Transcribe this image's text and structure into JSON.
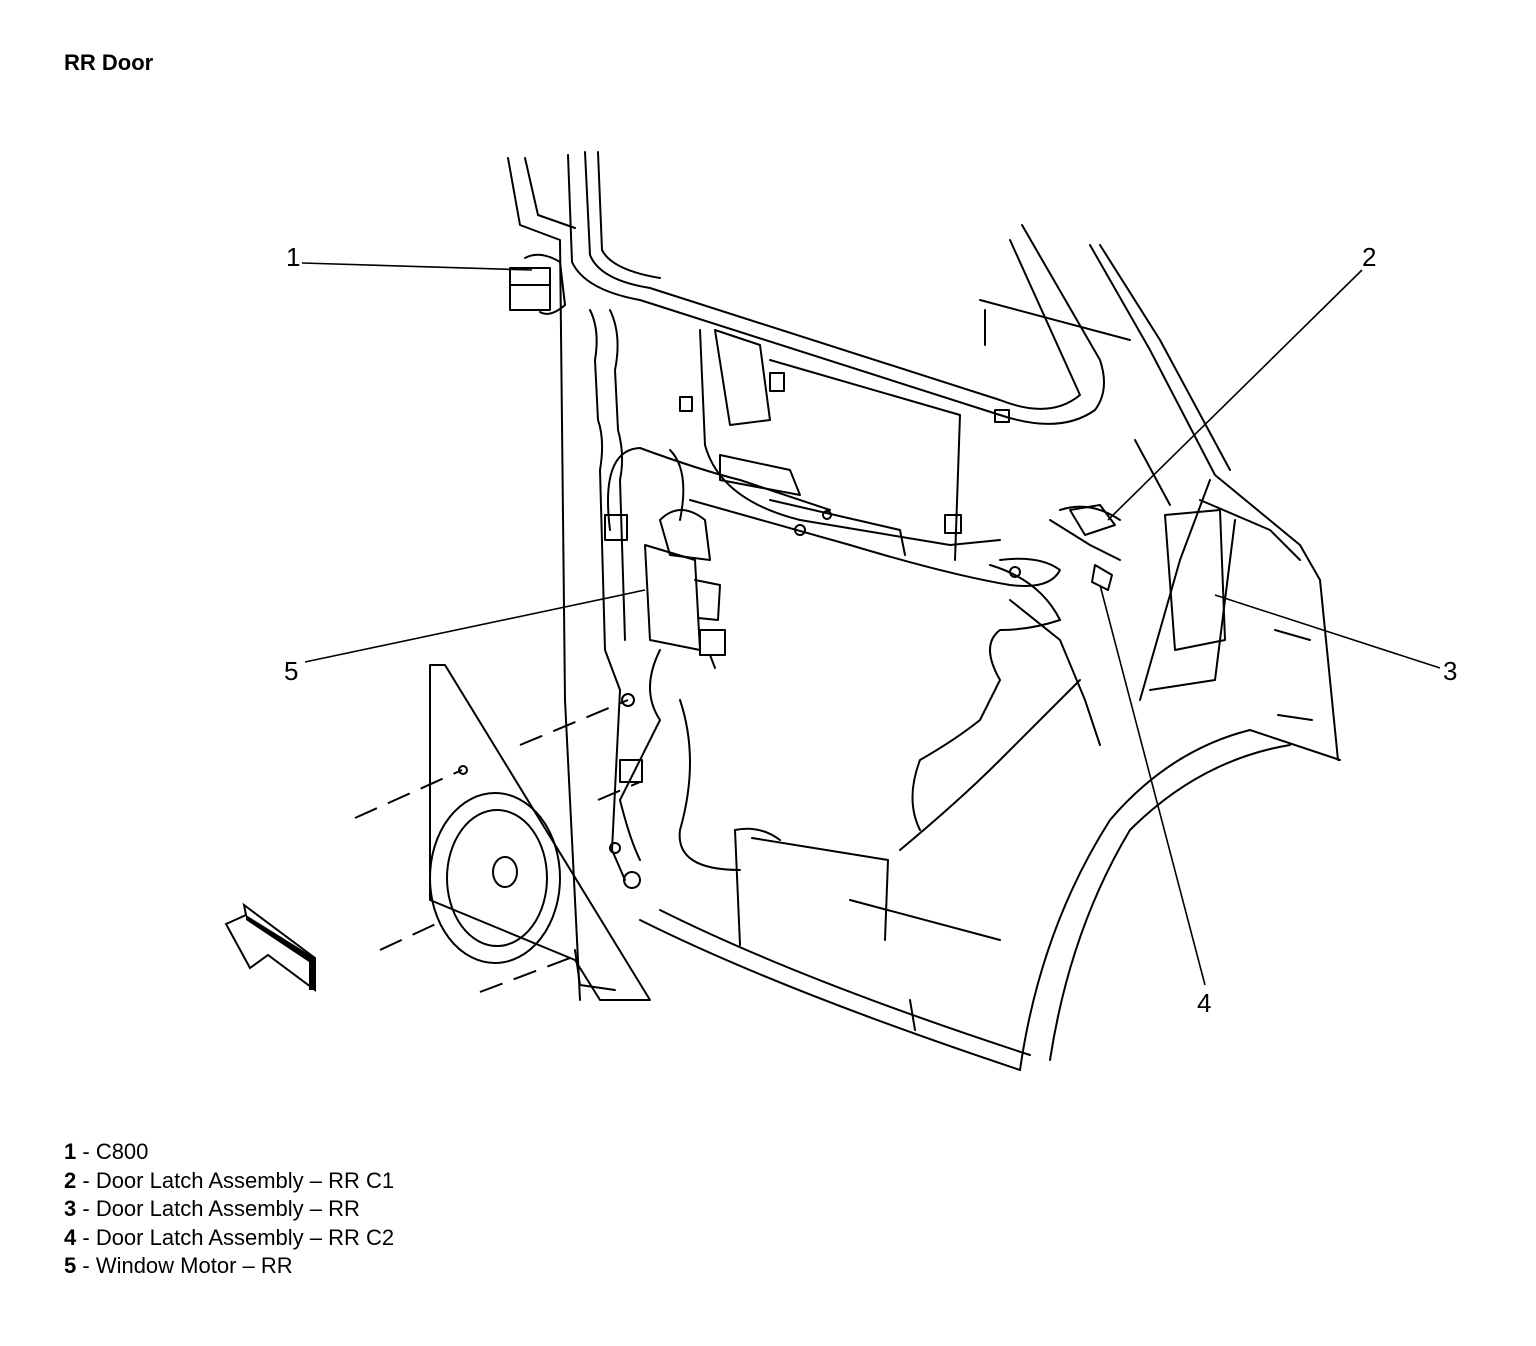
{
  "title": "RR Door",
  "callouts": [
    "1",
    "2",
    "3",
    "4",
    "5"
  ],
  "legend": [
    {
      "num": "1",
      "sep": " - ",
      "text": "C800"
    },
    {
      "num": "2",
      "sep": " - ",
      "text": "Door Latch Assembly – RR C1"
    },
    {
      "num": "3",
      "sep": " - ",
      "text": "Door Latch Assembly – RR"
    },
    {
      "num": "4",
      "sep": " - ",
      "text": "Door Latch Assembly – RR C2"
    },
    {
      "num": "5",
      "sep": " - ",
      "text": "Window Motor – RR"
    }
  ]
}
